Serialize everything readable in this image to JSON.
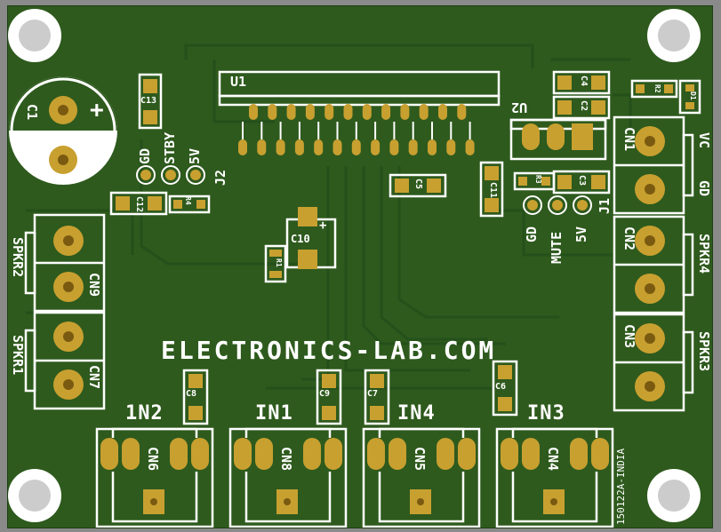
{
  "board": {
    "brand": "ELECTRONICS-LAB.COM",
    "part_number": "150122A-INDIA",
    "colors": {
      "substrate": "#2e5a1d",
      "copper_pad": "#c8a030",
      "silkscreen": "#ffffff",
      "background": "#8a8a8a"
    }
  },
  "components": {
    "u1": "U1",
    "u2": "U2",
    "c1": "C1",
    "c1_polarity": "+",
    "c2": "C2",
    "c3": "C3",
    "c4": "C4",
    "c5": "C5",
    "c6": "C6",
    "c7": "C7",
    "c8": "C8",
    "c9": "C9",
    "c10": "C10",
    "c10_polarity": "+",
    "c11": "C11",
    "c12": "C12",
    "c13": "C13",
    "r1": "R1",
    "r2": "R2",
    "r3": "R3",
    "r4": "R4",
    "d1": "D1",
    "j1": "J1",
    "j2": "J2"
  },
  "connectors": {
    "cn1": "CN1",
    "cn2": "CN2",
    "cn3": "CN3",
    "cn4": "CN4",
    "cn5": "CN5",
    "cn6": "CN6",
    "cn7": "CN7",
    "cn8": "CN8",
    "cn9": "CN9"
  },
  "pin_labels": {
    "gd_j2": "GD",
    "stby": "STBY",
    "v5_j2": "5V",
    "gd_j1": "GD",
    "mute": "MUTE",
    "v5_j1": "5V",
    "vc": "VC",
    "gd_cn1": "GD"
  },
  "io_labels": {
    "in1": "IN1",
    "in2": "1N2",
    "in3": "IN3",
    "in4": "IN4",
    "spkr1": "SPKR1",
    "spkr2": "SPKR2",
    "spkr3": "SPKR3",
    "spkr4": "SPKR4"
  }
}
